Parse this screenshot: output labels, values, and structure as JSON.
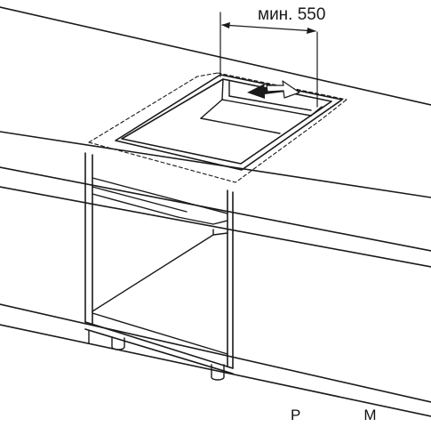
{
  "dimension": {
    "label": "мин. 550"
  },
  "watermark": {
    "left": "Р",
    "right": "М"
  }
}
